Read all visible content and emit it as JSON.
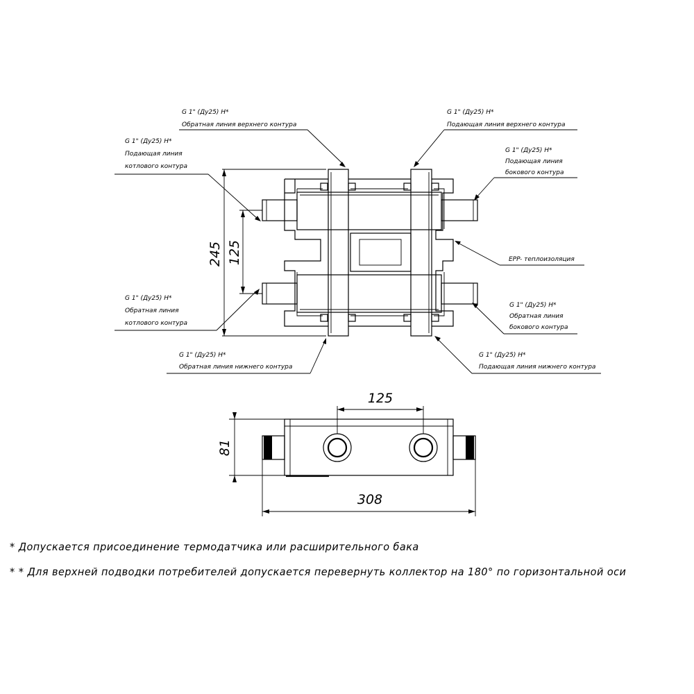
{
  "callouts": {
    "top_left": {
      "l1": "G 1\" (Ду25) Н*",
      "l2": "Обратная линия верхнего контура"
    },
    "top_right": {
      "l1": "G 1\" (Ду25) Н*",
      "l2": "Подающая линия верхнего контура"
    },
    "left_upper": {
      "l1": "G 1\" (Ду25) Н*",
      "l2": "Подающая линия",
      "l3": "котлового контура"
    },
    "right_upper": {
      "l1": "G 1\" (Ду25) Н*",
      "l2": "Подающая линия",
      "l3": "бокового контура"
    },
    "epp": {
      "l1": "EPP- теплоизоляция"
    },
    "left_lower": {
      "l1": "G 1\" (Ду25) Н*",
      "l2": "Обратная линия",
      "l3": "котлового контура"
    },
    "right_lower": {
      "l1": "G 1\" (Ду25) Н*",
      "l2": "Обратная линия",
      "l3": "бокового контура"
    },
    "bottom_left": {
      "l1": "G 1\" (Ду25) Н*",
      "l2": "Обратная линия нижнего контура"
    },
    "bottom_right": {
      "l1": "G 1\" (Ду25) Н*",
      "l2": "Подающая линия нижнего контура"
    }
  },
  "dimensions": {
    "front_height": "245",
    "front_spacing": "125",
    "top_spacing": "125",
    "top_depth": "81",
    "top_length": "308"
  },
  "notes": {
    "note1": "* Допускается  присоединение термодатчика или расширительного бака",
    "note2": "* * Для верхней подводки потребителей допускается перевернуть коллектор на 180° по горизонтальной оси"
  }
}
